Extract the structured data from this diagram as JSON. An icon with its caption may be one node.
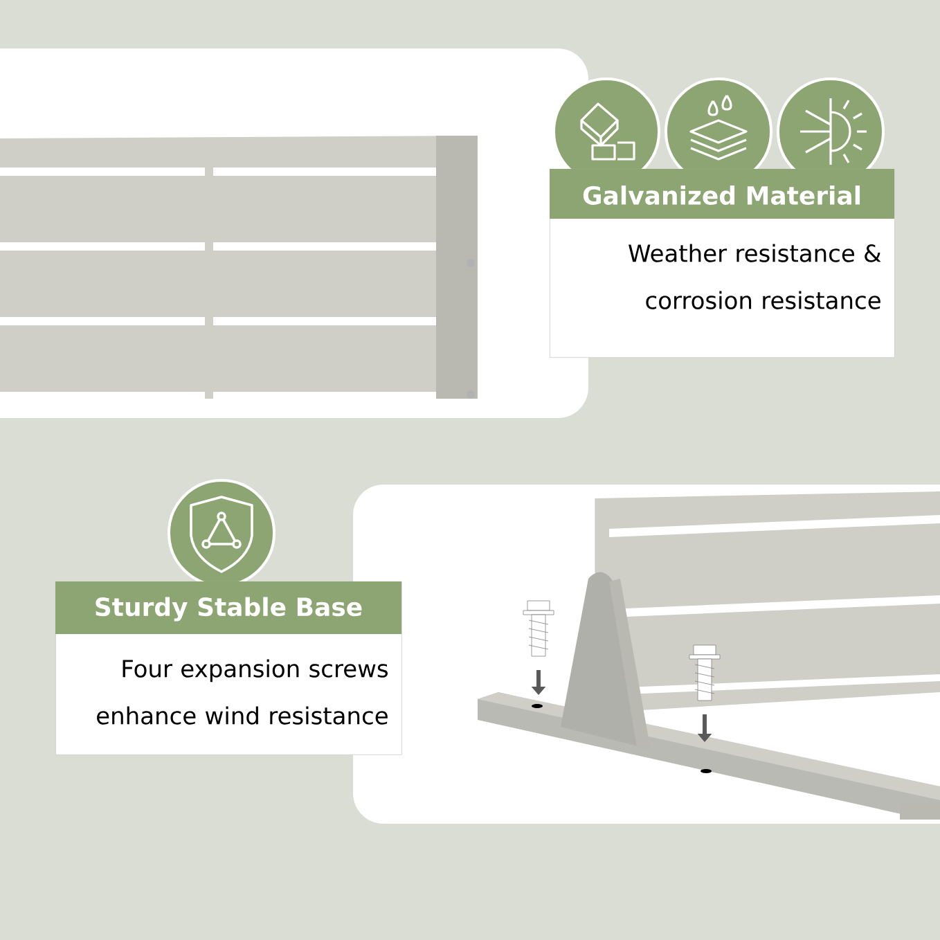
{
  "diagram": {
    "nodes": [
      {
        "text": [
          "Galvanized Material",
          "Weather resistance & corrosion resistance"
        ]
      },
      {
        "text": [
          "Sturdy Stable Base",
          "Four expansion screws enhance wind resistance"
        ]
      }
    ]
  }
}
